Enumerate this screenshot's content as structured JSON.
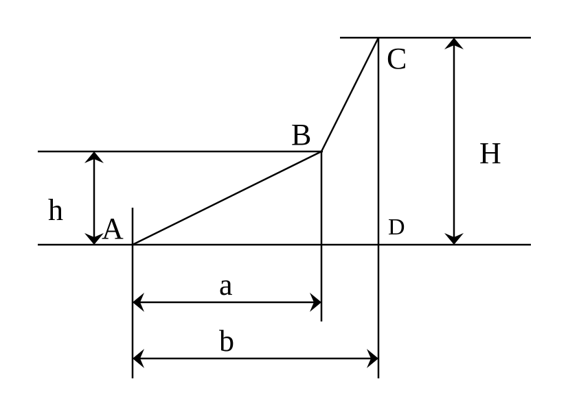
{
  "diagram": {
    "labels": {
      "A": "A",
      "B": "B",
      "C": "C",
      "D": "D",
      "h": "h",
      "H": "H",
      "a": "a",
      "b": "b"
    }
  },
  "colors": {
    "stroke": "#000000",
    "background": "#ffffff"
  }
}
